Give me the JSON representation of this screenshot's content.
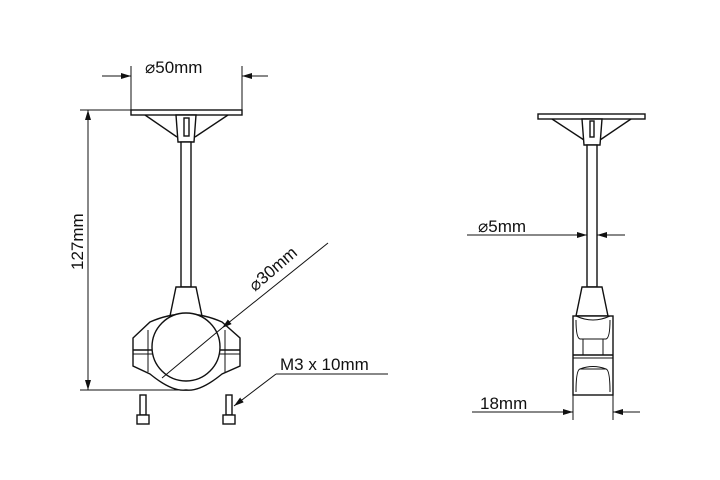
{
  "dimensions": {
    "plate_diameter": "⌀50mm",
    "total_height": "127mm",
    "clamp_diameter": "⌀30mm",
    "screw": "M3 x 10mm",
    "rod_diameter": "⌀5mm",
    "clamp_width": "18mm"
  }
}
